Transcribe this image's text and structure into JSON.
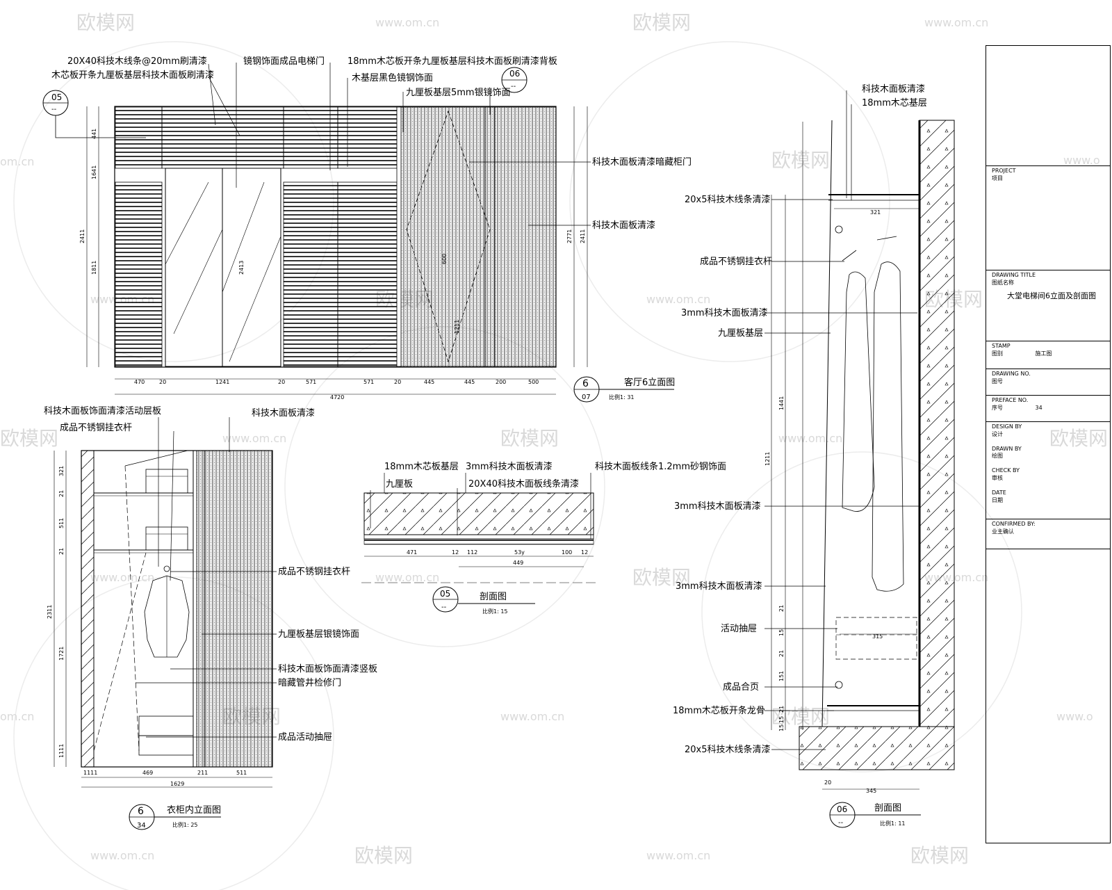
{
  "watermarks": {
    "logo_text": "欧模网",
    "url_text": "www.om.cn",
    "url_text_partial": "om.cn",
    "logo_partial": "欧模网",
    "url_partial_right": "www.o"
  },
  "elevation_6_07": {
    "labels": {
      "l1": "20X40科技木线条@20mm刷清漆",
      "l2": "木芯板开条九厘板基层科技木面板刷清漆",
      "l3": "镜钢饰面成品电梯门",
      "l4": "18mm木芯板开条九厘板基层科技木面板刷清漆背板",
      "l5": "木基层黑色镜钢饰面",
      "l6": "九厘板基层5mm银镜饰面",
      "l7": "科技木面板清漆暗藏柜门",
      "l8": "科技木面板清漆"
    },
    "callout_05": {
      "num": "05",
      "sub": "--"
    },
    "callout_06": {
      "num": "06",
      "sub": "--"
    },
    "dims_bottom": [
      "470",
      "20",
      "1241",
      "20",
      "571",
      "571",
      "20",
      "445",
      "445",
      "200",
      "500"
    ],
    "dim_total": "4720",
    "dims_left": [
      "441",
      "1641",
      "2411",
      "1811"
    ],
    "dims_right": [
      "2771",
      "2411"
    ],
    "dims_inner": [
      "2413",
      "600",
      "1211"
    ],
    "title": {
      "num": "6",
      "sub": "07",
      "name": "客厅6立面图",
      "scale": "比例1: 31"
    }
  },
  "elevation_6_34": {
    "labels": {
      "l1": "科技木面板饰面清漆活动层板",
      "l2": "成品不锈钢挂衣杆",
      "l3": "科技木面板清漆",
      "l4": "成品不锈钢挂衣杆",
      "l5": "九厘板基层银镜饰面",
      "l6": "科技木面板饰面清漆竖板",
      "l7": "暗藏管井检修门",
      "l8": "成品活动抽屉"
    },
    "dims_bottom": [
      "1111",
      "469",
      "211",
      "511"
    ],
    "dim_total": "1629",
    "dims_left": [
      "321",
      "21",
      "511",
      "21",
      "2311",
      "1721",
      "1111"
    ],
    "title": {
      "num": "6",
      "sub": "34",
      "name": "衣柜内立面图",
      "scale": "比例1: 25"
    }
  },
  "section_05": {
    "labels": {
      "l1": "18mm木芯板基层",
      "l2": "3mm科技木面板清漆",
      "l3": "科技木面板线条1.2mm砂钢饰面",
      "l4": "九厘板",
      "l5": "20X40科技木面板线条清漆"
    },
    "dims": [
      "471",
      "12",
      "112",
      "53y",
      "100",
      "12"
    ],
    "dim_total": "449",
    "title": {
      "num": "05",
      "sub": "--",
      "name": "剖面图",
      "scale": "比例1: 15"
    }
  },
  "section_06": {
    "labels": {
      "l1": "科技木面板清漆",
      "l2": "18mm木芯基层",
      "l3": "20x5科技木线条清漆",
      "l4": "成品不锈钢挂衣杆",
      "l5": "3mm科技木面板清漆",
      "l6": "九厘板基层",
      "l7": "3mm科技木面板清漆",
      "l8": "3mm科技木面板清漆",
      "l9": "活动抽屉",
      "l10": "成品合页",
      "l11": "18mm木芯板开条龙骨",
      "l12": "20x5科技木线条清漆"
    },
    "dims": [
      "321",
      "315",
      "1441",
      "1211",
      "21",
      "15",
      "21",
      "151",
      "21",
      "15",
      "15"
    ],
    "dim_bottom": [
      "20",
      "345"
    ],
    "title": {
      "num": "06",
      "sub": "--",
      "name": "剖面图",
      "scale": "比例1: 11"
    }
  },
  "title_block": {
    "project_en": "PROJECT",
    "project_cn": "项目",
    "drawing_title_en": "DRAWING TITLE",
    "drawing_title_cn": "图纸名称",
    "drawing_title_value": "大堂电梯间6立面及剖面图",
    "stamp_en": "STAMP",
    "stamp_cn": "图别",
    "stamp_value": "施工图",
    "drawing_no_en": "DRAWING NO.",
    "drawing_no_cn": "图号",
    "preface_en": "PREFACE NO.",
    "preface_cn": "序号",
    "preface_value": "34",
    "design_en": "DESIGN BY",
    "design_cn": "设计",
    "drawn_en": "DRAWN BY",
    "drawn_cn": "绘图",
    "check_en": "CHECK BY",
    "check_cn": "审核",
    "date_en": "DATE",
    "date_cn": "日期",
    "confirmed_en": "CONFIRMED BY:",
    "confirmed_cn": "业主确认"
  }
}
